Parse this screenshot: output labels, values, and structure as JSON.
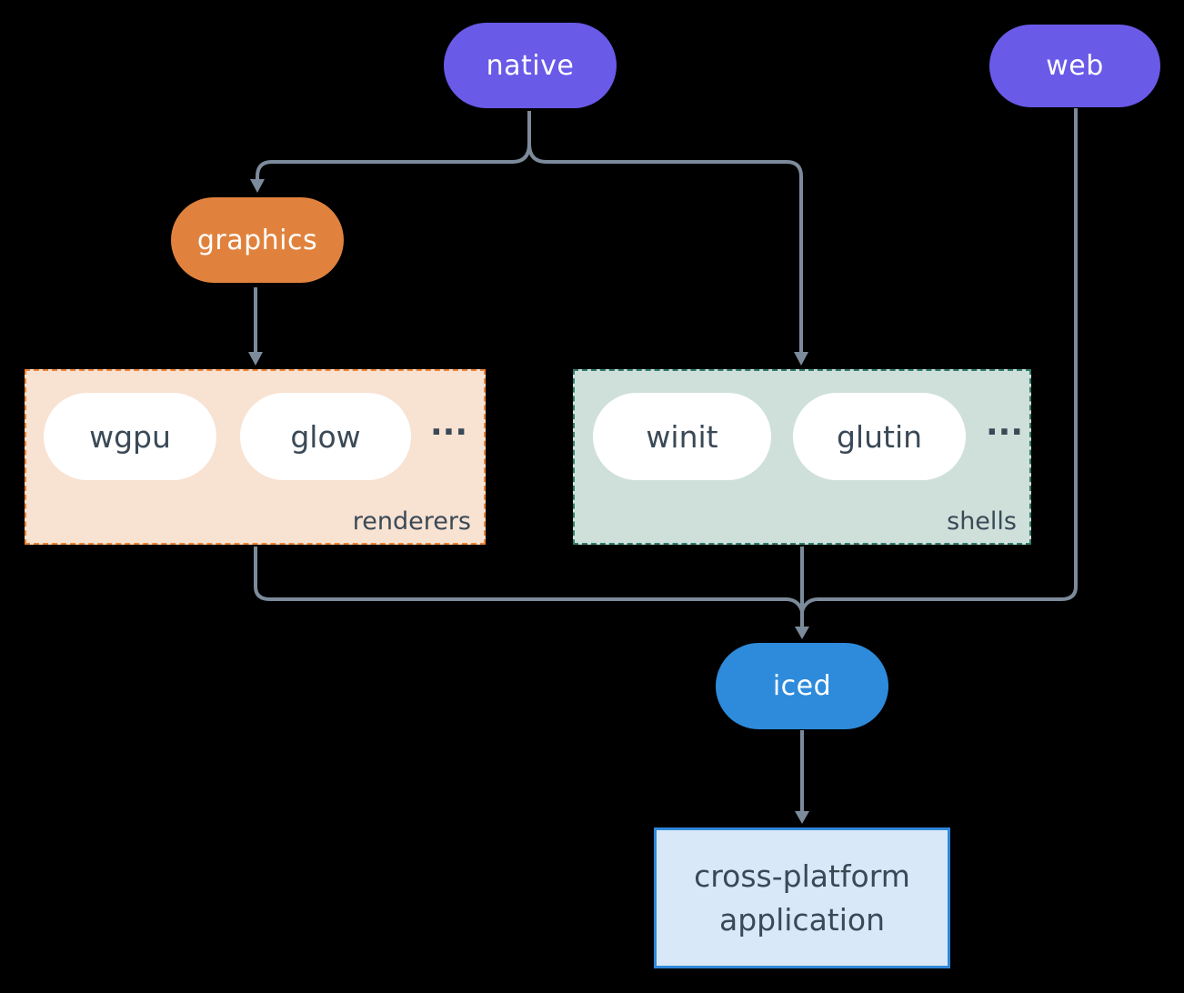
{
  "nodes": {
    "native": {
      "label": "native",
      "color": "#6A5AE8",
      "text_color": "#FFFFFF"
    },
    "web": {
      "label": "web",
      "color": "#6A5AE8",
      "text_color": "#FFFFFF"
    },
    "graphics": {
      "label": "graphics",
      "color": "#E0823D",
      "text_color": "#FFFFFF"
    },
    "iced": {
      "label": "iced",
      "color": "#2E8BDB",
      "text_color": "#FFFFFF"
    },
    "application": {
      "label": "cross-platform application",
      "fill": "#D8E8F8",
      "border": "#2F87D9",
      "text_color": "#3A4956"
    }
  },
  "groups": {
    "renderers": {
      "label": "renderers",
      "items": [
        "wgpu",
        "glow"
      ],
      "ellipsis": "...",
      "fill": "#F8E2D2",
      "border": "#EE8436",
      "item_text_color": "#3A4956"
    },
    "shells": {
      "label": "shells",
      "items": [
        "winit",
        "glutin"
      ],
      "ellipsis": "...",
      "fill": "#CFE0DA",
      "border": "#2E7C6C",
      "item_text_color": "#3A4956"
    }
  },
  "connectors": {
    "color": "#7C8B9B",
    "edges": [
      "native -> graphics",
      "native -> shells",
      "graphics -> renderers",
      "renderers -> iced",
      "shells -> iced",
      "web -> iced",
      "iced -> application"
    ]
  },
  "canvas": {
    "background": "#000000"
  }
}
